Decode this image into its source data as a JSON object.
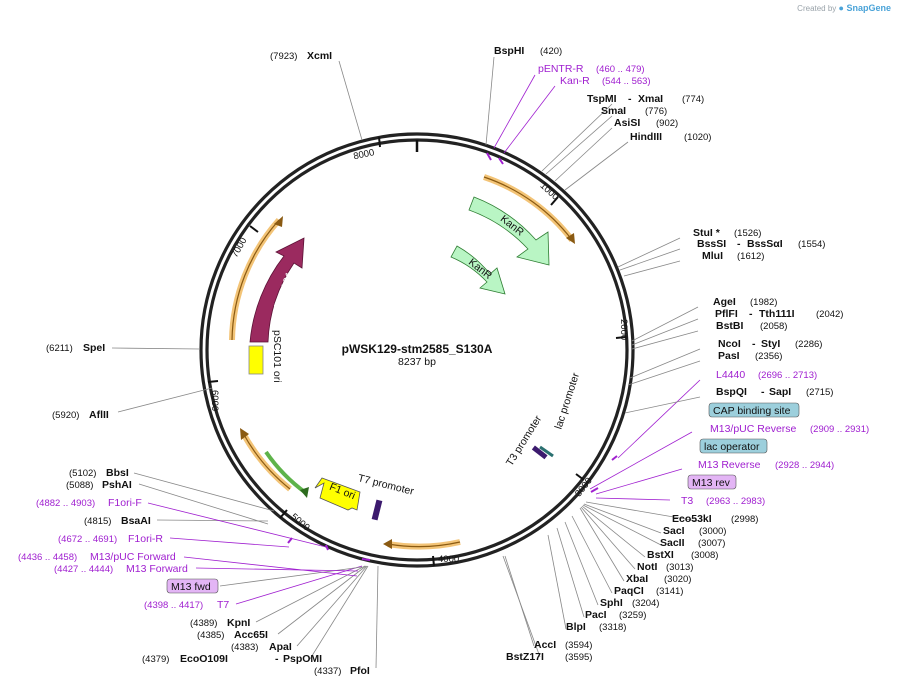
{
  "credit": {
    "prefix": "Created by",
    "brand": "SnapGene"
  },
  "plasmid": {
    "name": "pWSK129-stm2585_S130A",
    "size": "8237 bp"
  },
  "ticks": [
    "1000",
    "2000",
    "3000",
    "4000",
    "5000",
    "6000",
    "7000",
    "8000"
  ],
  "features": [
    "KanR",
    "KanR",
    "Rep101",
    "pSC101 ori",
    "F1 ori",
    "T7 promoter",
    "T3 promoter",
    "lac promoter"
  ],
  "enzymes": [
    {
      "name": "XcmI",
      "pos": "(7923)"
    },
    {
      "name": "BspHI",
      "pos": "(420)"
    },
    {
      "name": "TspMI",
      "sep": "-",
      "name2": "XmaI",
      "pos": "(774)"
    },
    {
      "name": "SmaI",
      "pos": "(776)"
    },
    {
      "name": "AsiSI",
      "pos": "(902)"
    },
    {
      "name": "HindIII",
      "pos": "(1020)"
    },
    {
      "name": "StuI *",
      "pos": "(1526)"
    },
    {
      "name": "BssSI",
      "sep": "-",
      "name2": "BssSαI",
      "pos": "(1554)"
    },
    {
      "name": "MluI",
      "pos": "(1612)"
    },
    {
      "name": "AgeI",
      "pos": "(1982)"
    },
    {
      "name": "PflFI",
      "sep": "-",
      "name2": "Tth111I",
      "pos": "(2042)"
    },
    {
      "name": "BstBI",
      "pos": "(2058)"
    },
    {
      "name": "NcoI",
      "sep": "-",
      "name2": "StyI",
      "pos": "(2286)"
    },
    {
      "name": "PasI",
      "pos": "(2356)"
    },
    {
      "name": "BspQI",
      "sep": "-",
      "name2": "SapI",
      "pos": "(2715)"
    },
    {
      "name": "Eco53kI",
      "pos": "(2998)"
    },
    {
      "name": "SacI",
      "pos": "(3000)"
    },
    {
      "name": "SacII",
      "pos": "(3007)"
    },
    {
      "name": "BstXI",
      "pos": "(3008)"
    },
    {
      "name": "NotI",
      "pos": "(3013)"
    },
    {
      "name": "XbaI",
      "pos": "(3020)"
    },
    {
      "name": "PaqCI",
      "pos": "(3141)"
    },
    {
      "name": "SphI",
      "pos": "(3204)"
    },
    {
      "name": "PacI",
      "pos": "(3259)"
    },
    {
      "name": "BlpI",
      "pos": "(3318)"
    },
    {
      "name": "AccI",
      "pos": "(3594)"
    },
    {
      "name": "BstZ17I",
      "pos": "(3595)"
    },
    {
      "name": "PfoI",
      "pos": "(4337)"
    },
    {
      "name": "EcoO109I",
      "sep": "-",
      "name2": "PspOMI",
      "pos": "(4379)"
    },
    {
      "name": "ApaI",
      "pos": "(4383)"
    },
    {
      "name": "Acc65I",
      "pos": "(4385)"
    },
    {
      "name": "KpnI",
      "pos": "(4389)"
    },
    {
      "name": "BsaAI",
      "pos": "(4815)"
    },
    {
      "name": "PshAI",
      "pos": "(5088)"
    },
    {
      "name": "BbsI",
      "pos": "(5102)"
    },
    {
      "name": "AflII",
      "pos": "(5920)"
    },
    {
      "name": "SpeI",
      "pos": "(6211)"
    }
  ],
  "primers": [
    {
      "name": "pENTR-R",
      "pos": "(460 .. 479)"
    },
    {
      "name": "Kan-R",
      "pos": "(544 .. 563)"
    },
    {
      "name": "L4440",
      "pos": "(2696 .. 2713)"
    },
    {
      "name": "M13/pUC Reverse",
      "pos": "(2909 .. 2931)"
    },
    {
      "name": "M13 Reverse",
      "pos": "(2928 .. 2944)"
    },
    {
      "name": "T3",
      "pos": "(2963 .. 2983)"
    },
    {
      "name": "F1ori-F",
      "pos": "(4882 .. 4903)"
    },
    {
      "name": "F1ori-R",
      "pos": "(4672 .. 4691)"
    },
    {
      "name": "M13/pUC Forward",
      "pos": "(4436 .. 4458)"
    },
    {
      "name": "M13 Forward",
      "pos": "(4427 .. 4444)"
    },
    {
      "name": "T7",
      "pos": "(4398 .. 4417)"
    }
  ],
  "boxes": [
    "CAP binding site",
    "lac operator",
    "M13 rev",
    "M13 fwd"
  ],
  "colors": {
    "kanr": "#b9f5c4",
    "rep": "#9b2a5f",
    "ori": "#ffff00",
    "primer": "#a020d0",
    "orf": "#e8a33c",
    "cap_box": "#9ccfdc",
    "primer_box": "#e3b5f5"
  }
}
